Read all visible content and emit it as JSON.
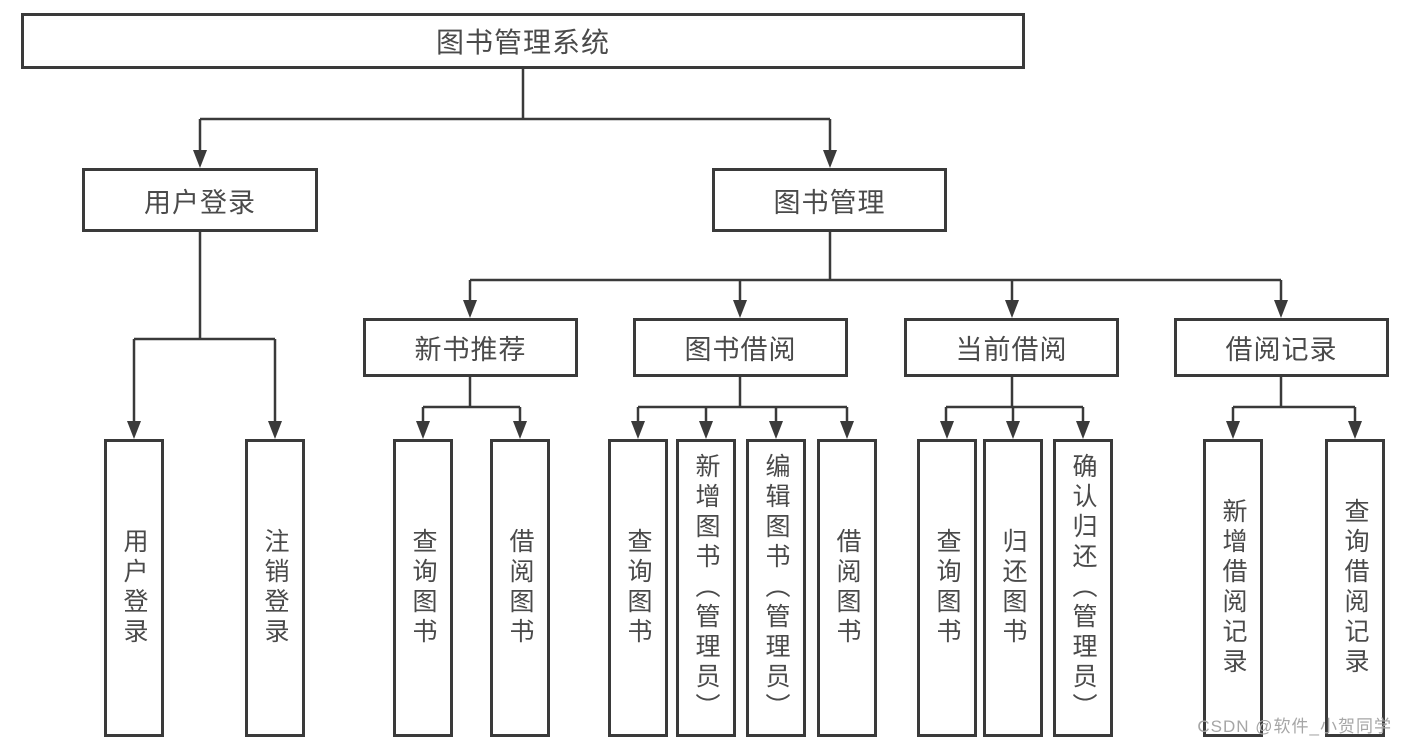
{
  "diagram": {
    "tree": {
      "label": "图书管理系统",
      "children": [
        {
          "label": "用户登录",
          "children": [
            {
              "label": "用户登录"
            },
            {
              "label": "注销登录"
            }
          ]
        },
        {
          "label": "图书管理",
          "children": [
            {
              "label": "新书推荐",
              "children": [
                {
                  "label": "查询图书"
                },
                {
                  "label": "借阅图书"
                }
              ]
            },
            {
              "label": "图书借阅",
              "children": [
                {
                  "label": "查询图书"
                },
                {
                  "label": "新增图书（管理员）"
                },
                {
                  "label": "编辑图书（管理员）"
                },
                {
                  "label": "借阅图书"
                }
              ]
            },
            {
              "label": "当前借阅",
              "children": [
                {
                  "label": "查询图书"
                },
                {
                  "label": "归还图书"
                },
                {
                  "label": "确认归还（管理员）"
                }
              ]
            },
            {
              "label": "借阅记录",
              "children": [
                {
                  "label": "新增借阅记录"
                },
                {
                  "label": "查询借阅记录"
                }
              ]
            }
          ]
        }
      ]
    },
    "watermark": "CSDN @软件_小贺同学",
    "colors": {
      "line": "#3a3a3a",
      "text": "#4a4a4a",
      "watermark": "#a6a6a6",
      "background": "#ffffff"
    }
  }
}
